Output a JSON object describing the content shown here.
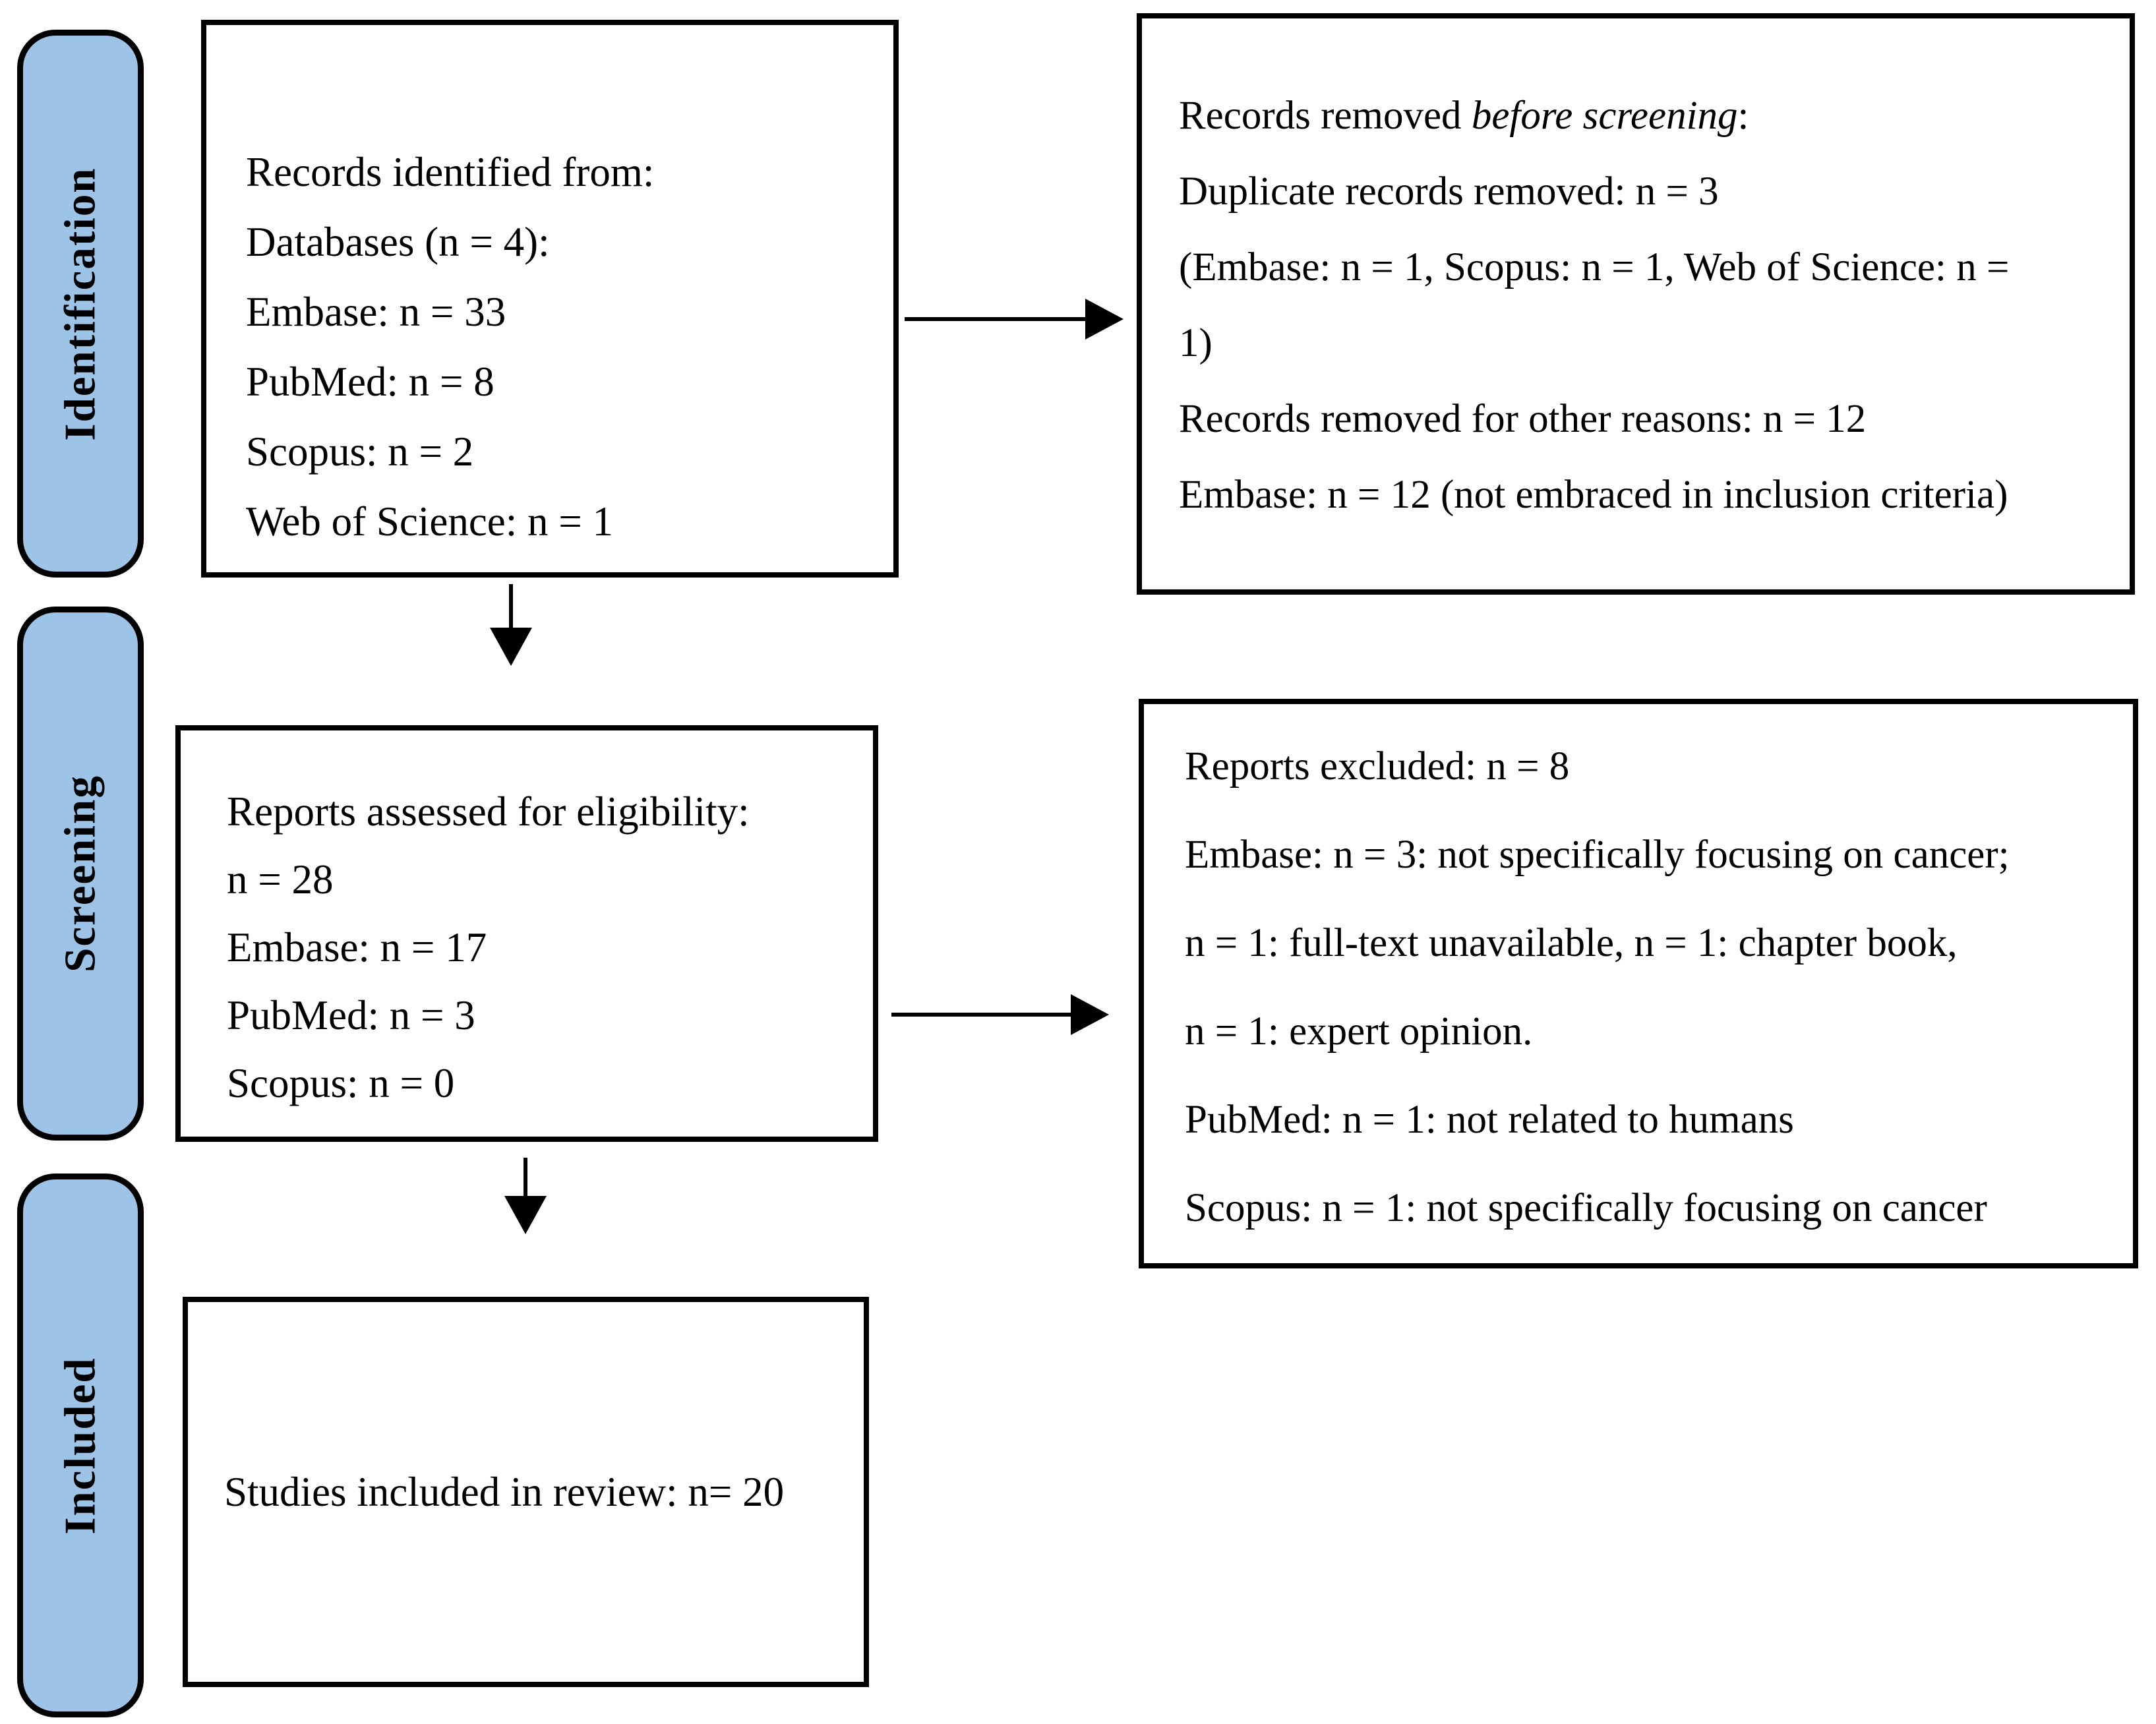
{
  "colors": {
    "stage_fill": "#9DC3E6",
    "outline": "#000000",
    "background": "#FFFFFF",
    "text": "#000000"
  },
  "stages": [
    {
      "label": "Identification"
    },
    {
      "label": "Screening"
    },
    {
      "label": "Included"
    }
  ],
  "boxes": {
    "records_identified": {
      "lines": [
        "Records identified from:",
        "Databases (n = 4):",
        "Embase: n = 33",
        "PubMed: n = 8",
        "Scopus: n = 2",
        "Web of Science: n = 1"
      ]
    },
    "records_removed": {
      "line1_prefix": "Records removed ",
      "line1_italic": "before screening",
      "line1_suffix": ":",
      "lines": [
        "Duplicate records removed: n = 3",
        "(Embase: n = 1, Scopus: n = 1, Web of Science: n =",
        "1)",
        "Records removed for other reasons: n = 12",
        "Embase: n = 12 (not embraced in inclusion criteria)"
      ]
    },
    "reports_assessed": {
      "lines": [
        "Reports assessed for eligibility:",
        "n = 28",
        "Embase: n = 17",
        "PubMed: n = 3",
        "Scopus: n = 0"
      ]
    },
    "reports_excluded": {
      "lines": [
        "Reports excluded: n = 8",
        "Embase: n = 3: not specifically focusing on cancer;",
        "n = 1: full-text unavailable, n = 1: chapter book,",
        "n = 1: expert opinion.",
        "PubMed: n = 1: not related to humans",
        "Scopus: n = 1: not specifically focusing on cancer"
      ]
    },
    "studies_included": {
      "text": "Studies included in review: n= 20"
    }
  }
}
